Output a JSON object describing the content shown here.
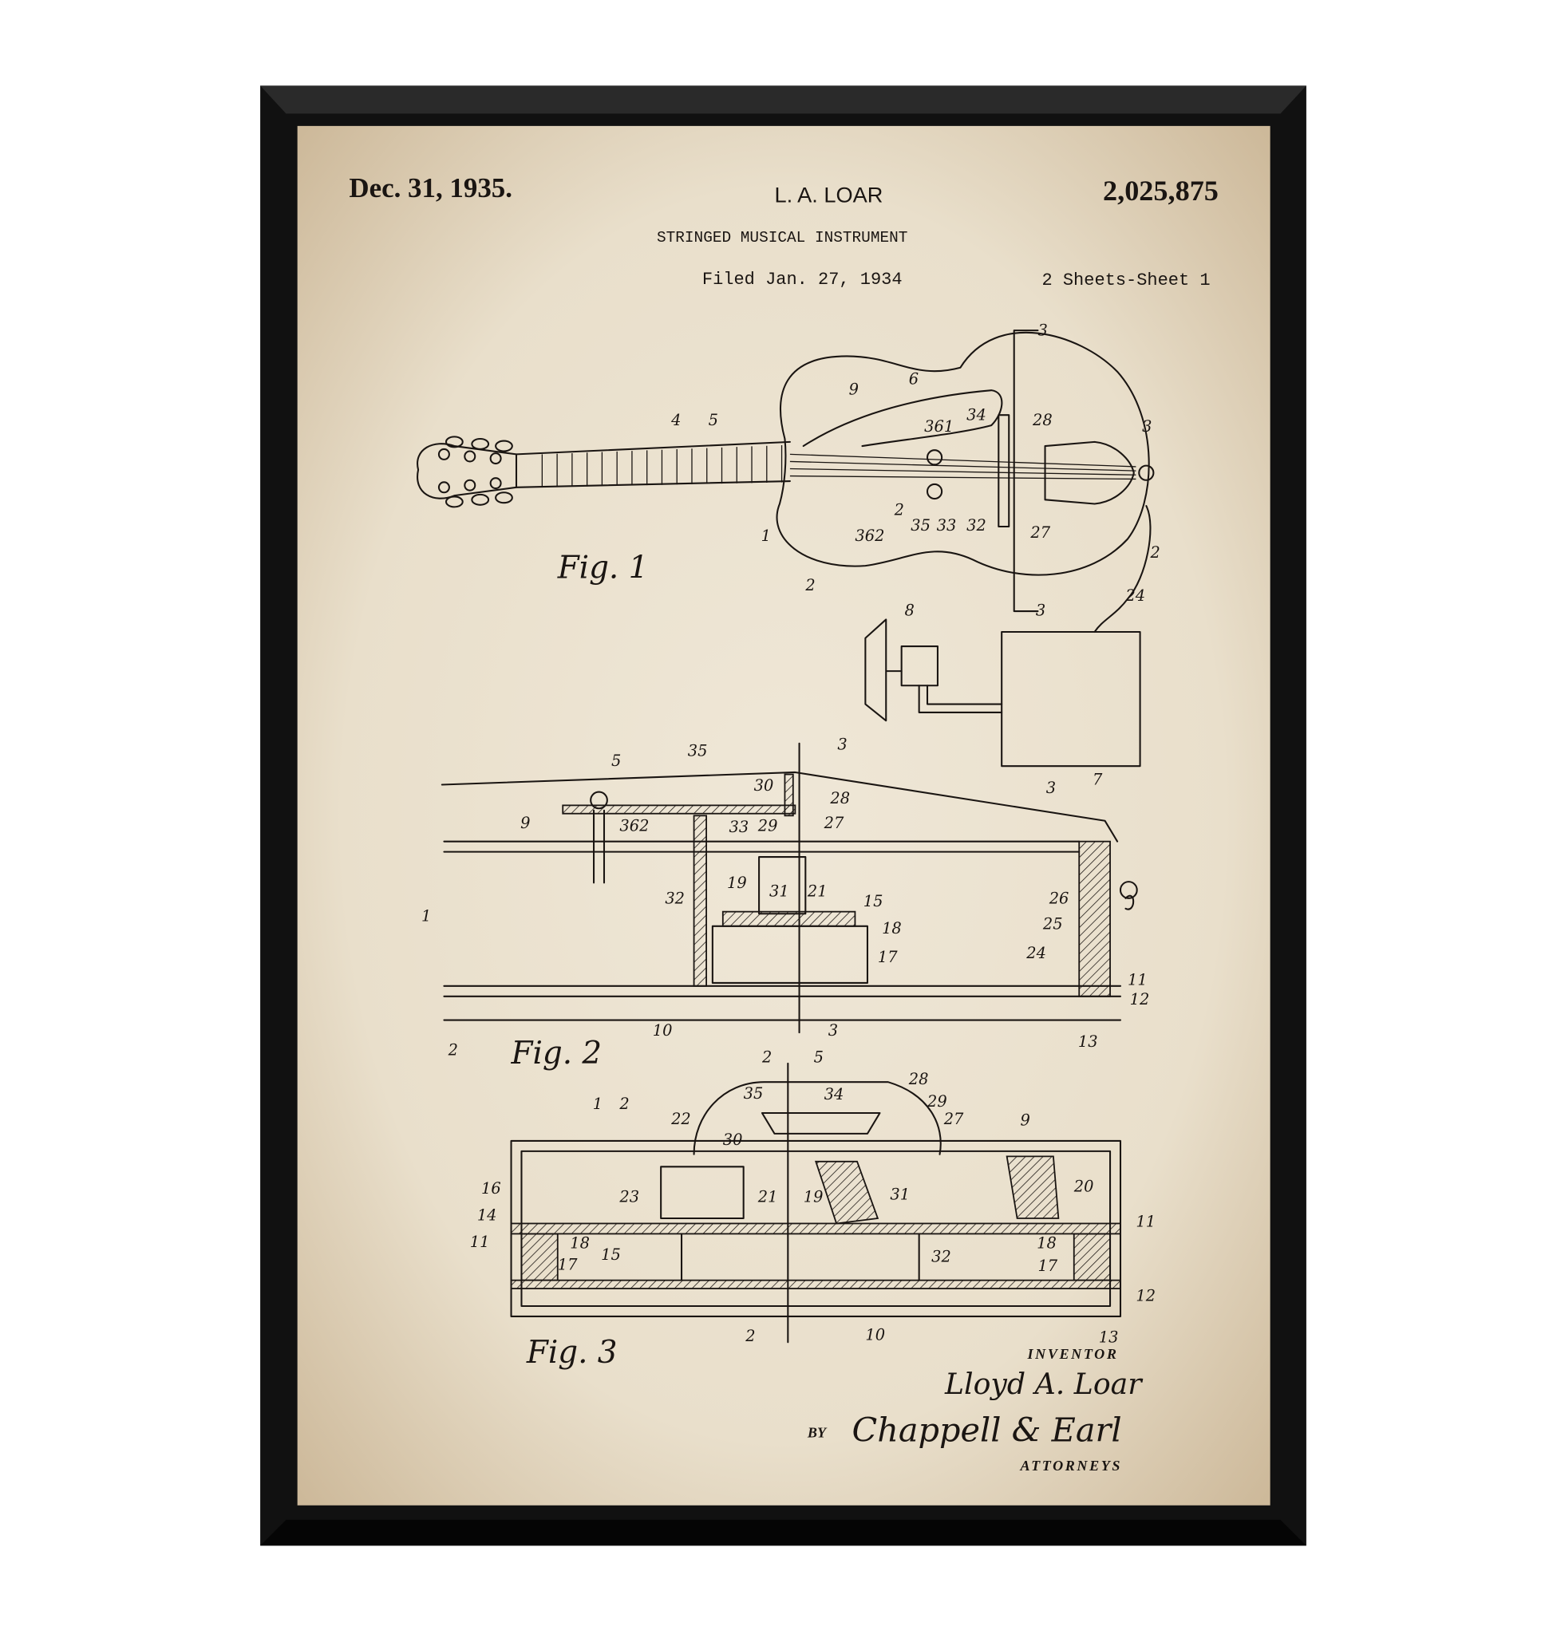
{
  "header": {
    "date": "Dec. 31, 1935.",
    "inventor": "L. A. LOAR",
    "patent_number": "2,025,875",
    "title": "STRINGED MUSICAL INSTRUMENT",
    "filed": "Filed Jan. 27, 1934",
    "sheets": "2 Sheets-Sheet 1"
  },
  "figures": {
    "fig1": {
      "label": "Fig. 1",
      "numerals": [
        "4",
        "5",
        "9",
        "6",
        "361",
        "34",
        "28",
        "3",
        "3",
        "2",
        "362",
        "35",
        "33",
        "32",
        "27",
        "1",
        "2",
        "2",
        "24",
        "3",
        "8",
        "7"
      ]
    },
    "fig2": {
      "label": "Fig. 2",
      "numerals": [
        "5",
        "35",
        "3",
        "30",
        "28",
        "3",
        "9",
        "362",
        "33",
        "29",
        "27",
        "19",
        "31",
        "21",
        "15",
        "32",
        "18",
        "17",
        "1",
        "26",
        "25",
        "24",
        "11",
        "12",
        "2",
        "10",
        "3",
        "13"
      ]
    },
    "fig3": {
      "label": "Fig. 3",
      "numerals": [
        "2",
        "5",
        "28",
        "29",
        "35",
        "34",
        "1",
        "2",
        "22",
        "27",
        "9",
        "30",
        "16",
        "23",
        "21",
        "19",
        "31",
        "20",
        "14",
        "11",
        "18",
        "17",
        "15",
        "32",
        "18",
        "17",
        "11",
        "12",
        "2",
        "10",
        "13"
      ]
    }
  },
  "signature": {
    "inventor_label": "INVENTOR",
    "inventor_signature": "Lloyd A. Loar",
    "by": "BY",
    "attorney_signature": "Chappell & Earl",
    "attorneys_label": "ATTORNEYS"
  },
  "colors": {
    "frame": "#111111",
    "paper": "#ece2d0",
    "ink": "#1a1512"
  }
}
